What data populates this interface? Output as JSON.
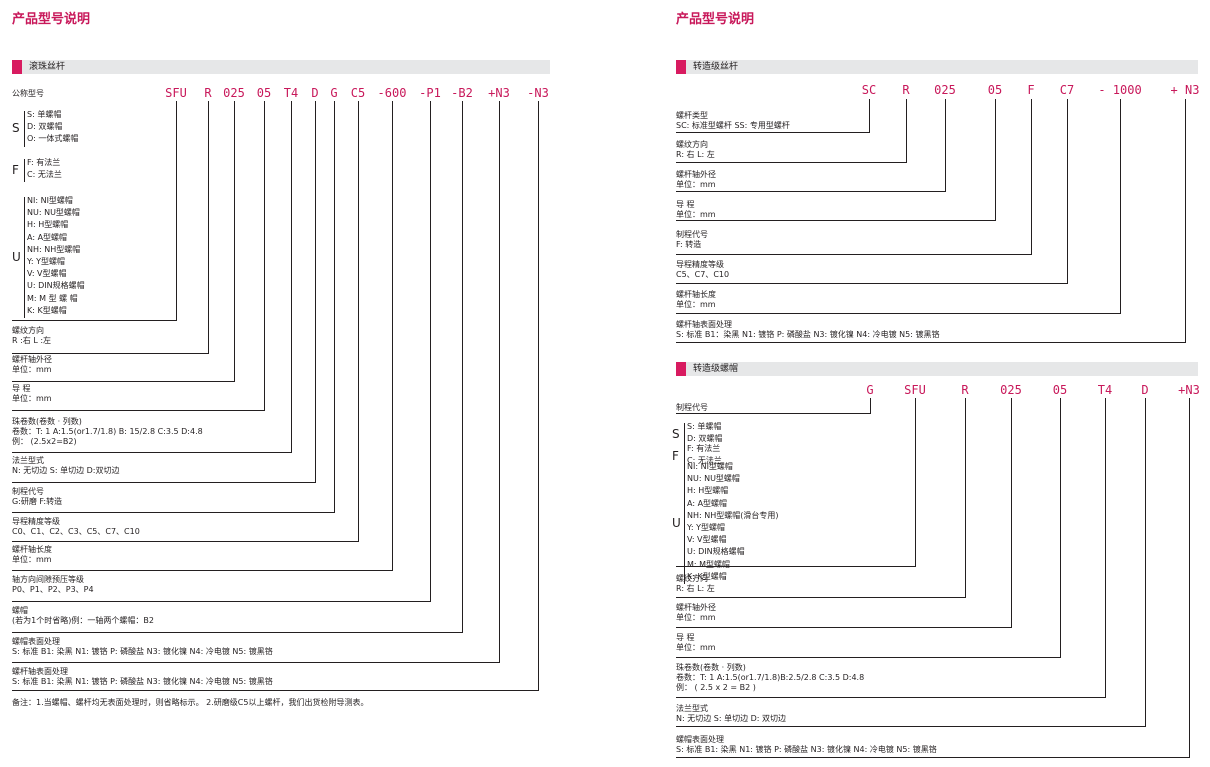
{
  "left": {
    "page_title": "产品型号说明",
    "section_label": "滚珠丝杆",
    "model_label": "公称型号",
    "codes": [
      "SFU",
      "R",
      "025",
      "05",
      "T4",
      "D",
      "G",
      "C5",
      "-600",
      "-P1",
      "-B2",
      "+N3",
      "-N3"
    ],
    "type_groups": [
      {
        "letter": "S",
        "options": [
          "S: 单螺帽",
          "D: 双螺帽",
          "O: 一体式螺帽"
        ]
      },
      {
        "letter": "F",
        "options": [
          "F: 有法兰",
          "C: 无法兰"
        ]
      },
      {
        "letter": "U",
        "options": [
          "NI: NI型螺帽",
          "NU: NU型螺帽",
          "H: H型螺帽",
          "A: A型螺帽",
          "NH: NH型螺帽",
          "Y: Y型螺帽",
          "V: V型螺帽",
          "U: DIN规格螺帽",
          "M: M 型 螺 帽",
          "K: K型螺帽"
        ]
      }
    ],
    "descriptions": [
      [
        "螺纹方向",
        "R :右 L :左"
      ],
      [
        "螺杆轴外径",
        "单位：mm"
      ],
      [
        "导 程",
        "单位：mm"
      ],
      [
        "珠卷数(卷数 · 列数)",
        "卷数：T: 1 A:1.5(or1.7/1.8) B: 15/2.8 C:3.5 D:4.8",
        "例：  (2.5x2=B2)"
      ],
      [
        "法兰型式",
        "N: 无切边   S: 单切边     D:双切边"
      ],
      [
        "制程代号",
        "G:研磨         F:转造"
      ],
      [
        "导程精度等级",
        "C0、C1、C2、C3、C5、C7、C10"
      ],
      [
        "螺杆轴长度",
        "单位：mm"
      ],
      [
        "轴方向间隙预压等级",
        "P0、P1、P2、P3、P4"
      ],
      [
        "螺帽",
        "(若为1个时省略)例：一轴两个螺帽：B2"
      ],
      [
        "螺帽表面处理",
        "S: 标准 B1: 染黑 N1: 镀铬 P: 磷酸盐 N3: 镀化镍 N4: 冷电镀 N5: 镀黑铬"
      ],
      [
        "螺杆轴表面处理",
        "S: 标准 B1: 染黑 N1: 镀铬 P: 磷酸盐 N3: 镀化镍 N4: 冷电镀 N5: 镀黑铬"
      ]
    ],
    "footnote": "备注：1.当螺帽、螺杆均无表面处理时，则省略标示。 2.研磨级C5以上螺杆，我们出货检附导测表。"
  },
  "right": {
    "page_title": "产品型号说明",
    "screw_section_label": "转造级丝杆",
    "screw_codes": [
      "SC",
      "R",
      "025",
      "05",
      "F",
      "C7",
      "- 1000",
      "+ N3"
    ],
    "screw_descriptions": [
      [
        "螺杆类型",
        "SC: 标准型螺杆  SS: 专用型螺杆"
      ],
      [
        "螺纹方向",
        "R: 右 L: 左"
      ],
      [
        "螺杆轴外径",
        "单位：mm"
      ],
      [
        "导 程",
        "单位：mm"
      ],
      [
        "制程代号",
        "F: 转造"
      ],
      [
        "导程精度等级",
        "C5、C7、C10"
      ],
      [
        "螺杆轴长度",
        "单位：mm"
      ],
      [
        "螺杆轴表面处理",
        "S: 标准 B1：染黑 N1: 镀铬 P: 磷酸盐 N3: 镀化镍 N4: 冷电镀 N5: 镀黑铬"
      ]
    ],
    "nut_section_label": "转造级螺帽",
    "nut_codes": [
      "G",
      "SFU",
      "R",
      "025",
      "05",
      "T4",
      "D",
      "+N3"
    ],
    "nut_process_label": "制程代号",
    "nut_type_groups": [
      {
        "letter": "S",
        "options": [
          "S: 单螺帽",
          "D: 双螺帽"
        ]
      },
      {
        "letter": "F",
        "options": [
          "F: 有法兰",
          "C: 无法兰"
        ]
      },
      {
        "letter": "U",
        "options": [
          "NI: NI型螺帽",
          "NU: NU型螺帽",
          "H: H型螺帽",
          "A: A型螺帽",
          "NH: NH型螺帽(滑台专用)",
          "Y: Y型螺帽",
          "V: V型螺帽",
          "U: DIN规格螺帽",
          "M: M型螺帽",
          "K: K型螺帽"
        ]
      }
    ],
    "nut_descriptions": [
      [
        "螺纹方向",
        "R: 右 L: 左"
      ],
      [
        "螺杆轴外径",
        "单位：mm"
      ],
      [
        "导 程",
        "单位：mm"
      ],
      [
        "珠卷数(卷数 · 列数)",
        "卷数：T: 1 A:1.5(or1.7/1.8)B:2.5/2.8 C:3.5 D:4.8",
        "例：  ( 2.5 x 2 = B2 )"
      ],
      [
        "法兰型式",
        "N: 无切边 S: 单切边 D: 双切边"
      ],
      [
        "螺帽表面处理",
        "S: 标准 B1: 染黑 N1: 镀铬 P: 磷酸盐 N3: 镀化镍 N4: 冷电镀 N5: 镀黑铬"
      ]
    ]
  }
}
